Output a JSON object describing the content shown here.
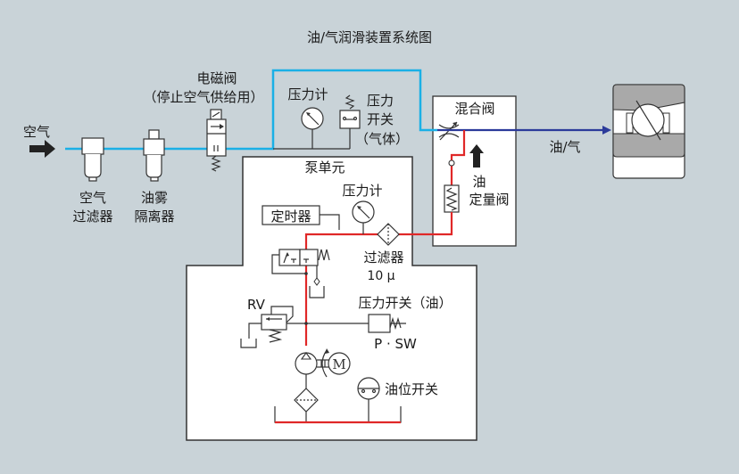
{
  "title": "油/气润滑装置系统图",
  "colors": {
    "background": "#c9d3d8",
    "air_line": "#1ab0e6",
    "oil_line": "#e02828",
    "mixed_line": "#2b3a9a",
    "bearing_gray": "#a9a9a9"
  },
  "labels": {
    "air_inlet": "空气",
    "air_filter_1": "空气",
    "air_filter_2": "过滤器",
    "mist_sep_1": "油雾",
    "mist_sep_2": "隔离器",
    "solenoid_1": "电磁阀",
    "solenoid_2": "（停止空气供给用）",
    "gauge_air": "压力计",
    "pswitch_air_1": "压力",
    "pswitch_air_2": "开关",
    "pswitch_air_3": "（气体）",
    "mixing_valve": "混合阀",
    "oil_meter_1": "油",
    "oil_meter_2": "定量阀",
    "oil_air": "油/气",
    "pump_unit": "泵单元",
    "gauge_oil": "压力计",
    "timer": "定时器",
    "filter": "过滤器",
    "filter_rating": "10 μ",
    "rv": "RV",
    "pswitch_oil": "压力开关（油）",
    "psw": "P · SW",
    "motor": "M",
    "level_switch": "油位开关"
  }
}
